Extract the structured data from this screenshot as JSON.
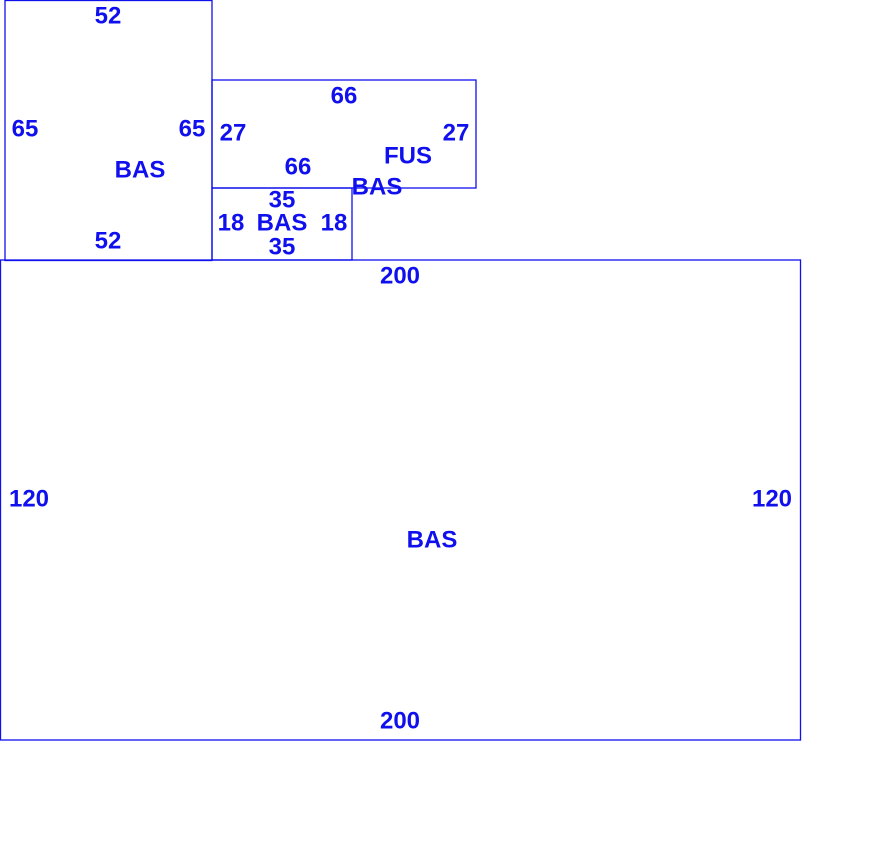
{
  "color": "#1010ee",
  "areas": [
    {
      "code": "BAS",
      "top": "52",
      "bottom": "52",
      "left": "65",
      "right": "65"
    },
    {
      "code": "FUS",
      "code2": "BAS",
      "top": "66",
      "bottom": "66",
      "left": "27",
      "right": "27"
    },
    {
      "code": "BAS",
      "top": "35",
      "bottom": "35",
      "left": "18",
      "right": "18"
    },
    {
      "code": "BAS",
      "top": "200",
      "bottom": "200",
      "left": "120",
      "right": "120"
    }
  ]
}
